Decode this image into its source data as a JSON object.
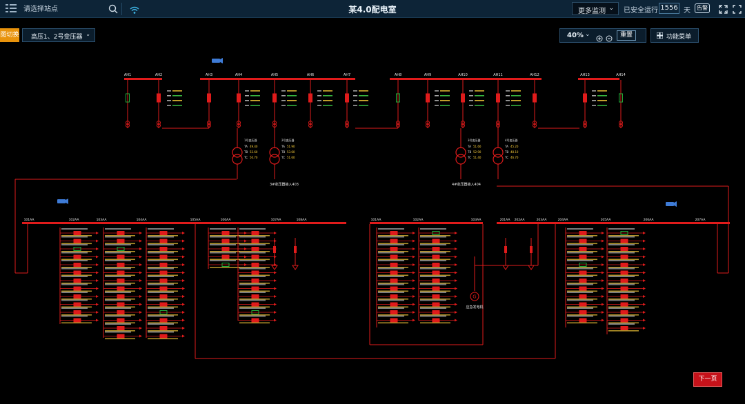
{
  "topbar": {
    "search_placeholder": "请选择站点",
    "title": "某4.0配电室",
    "more_monitor": "更多监测",
    "safe_run_label": "已安全运行",
    "safe_run_days": "1556",
    "days_unit": "天",
    "alarm_label": "告警"
  },
  "toolbar": {
    "view_switch": "图切换",
    "transformer": "高压1、2号变压器",
    "zoom": "40%",
    "reset": "重置",
    "function_menu": "功能菜单"
  },
  "diagram": {
    "top_cabinets": [
      "AH1",
      "AH2",
      "AH3",
      "AH4",
      "AH5",
      "AH6",
      "AH7",
      "AH8",
      "AH9",
      "AH10",
      "AH11",
      "AH12",
      "AH13",
      "AH14"
    ],
    "low_cabinets_left": [
      "101AA",
      "102AA",
      "103AA",
      "104AA",
      "105AA",
      "106AA",
      "107AA",
      "108AA"
    ],
    "low_cabinets_right": [
      "101AA",
      "102AA",
      "103AA",
      "201AA",
      "202AA",
      "203AA",
      "204AA",
      "205AA",
      "206AA",
      "207AA"
    ],
    "transformers": [
      {
        "name": "1号变压器",
        "ta": "49.40",
        "tb": "52.60",
        "tc": "50.70"
      },
      {
        "name": "2号变压器",
        "ta": "51.90",
        "tb": "53.60",
        "tc": "51.60"
      },
      {
        "name": "3号变压器",
        "ta": "51.60",
        "tb": "52.90",
        "tc": "51.40"
      },
      {
        "name": "4号变压器",
        "ta": "45.20",
        "tb": "48.10",
        "tc": "46.70"
      }
    ],
    "bus_labels": [
      "3#变压器接入403",
      "4#变压器接入404"
    ],
    "generator": "应急发电机"
  },
  "nav": {
    "next_page": "下一页"
  },
  "colors": {
    "bus": "#e01b1b",
    "breaker_closed": "#e01b1b",
    "breaker_open": "#1fae3a",
    "topbar_bg": "#0d2437",
    "accent": "#e8930c"
  }
}
